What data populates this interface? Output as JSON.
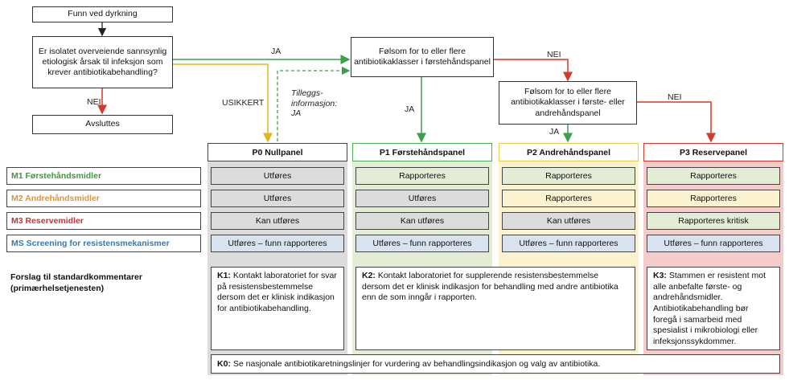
{
  "flow": {
    "start": "Funn ved dyrkning",
    "question1": "Er isolatet overveiende sannsynlig etiologisk årsak til infeksjon som krever antibiotikabehandling?",
    "end": "Avsluttes",
    "question2": "Følsom for to eller flere antibiotikaklasser i førstehåndspanel",
    "question3": "Følsom for to eller flere antibiotikaklasser i første- eller andrehåndspanel",
    "labels": {
      "ja_main": "JA",
      "nei_main": "NEI",
      "usikkert": "USIKKERT",
      "tilleggs": "Tilleggs-\ninformasjon:\nJA",
      "ja_p1": "JA",
      "nei_q2": "NEI",
      "ja_p2": "JA",
      "nei_p3": "NEI"
    }
  },
  "panels": [
    {
      "name": "P0 Nullpanel",
      "color": "#f2c84b",
      "bg": "#dcdcdc"
    },
    {
      "name": "P1 Førstehåndspanel",
      "color": "#4caf50",
      "bg": "#e3ecd5"
    },
    {
      "name": "P2 Andrehåndspanel",
      "color": "#f2c84b",
      "bg": "#fbf2cf"
    },
    {
      "name": "P3 Reservepanel",
      "color": "#d33a2c",
      "bg": "#f4cccc"
    }
  ],
  "rows": [
    {
      "label": "M1 Førstehåndsmidler",
      "color": "#3a9b3a",
      "cells": [
        "Utføres",
        "Rapporteres",
        "Rapporteres",
        "Rapporteres"
      ]
    },
    {
      "label": "M2 Andrehåndsmidler",
      "color": "#e3942a",
      "cells": [
        "Utføres",
        "Utføres",
        "Rapporteres",
        "Rapporteres"
      ]
    },
    {
      "label": "M3 Reservemidler",
      "color": "#d03030",
      "cells": [
        "Kan utføres",
        "Kan utføres",
        "Kan utføres",
        "Rapporteres kritisk"
      ]
    },
    {
      "label": "MS Screening for resistensmekanismer",
      "color": "#2e7cc0",
      "cells": [
        "Utføres – funn rapporteres",
        "Utføres – funn rapporteres",
        "Utføres – funn rapporteres",
        "Utføres – funn rapporteres"
      ]
    }
  ],
  "comments": {
    "label": "Forslag til standardkommentarer\n(primærhelsetjenesten)",
    "k1_code": "K1:",
    "k1_text": " Kontakt laboratoriet for svar på resistensbestemmelse dersom det er klinisk indikasjon for antibiotikabehandling.",
    "k2_code": "K2:",
    "k2_text": " Kontakt laboratoriet for supplerende resistensbestemmelse dersom det er klinisk indikasjon for behandling med andre antibiotika enn de som inngår i rapporten.",
    "k3_code": "K3:",
    "k3_text": " Stammen er resistent mot alle anbefalte første- og andrehåndsmidler. Antibiotikabehandling bør foregå i samarbeid med spesialist i mikrobiologi eller infeksjonssykdommer.",
    "k0_code": "K0:",
    "k0_text": " Se nasjonale antibiotikaretningslinjer for vurdering av behandlingsindikasjon og valg av antibiotika."
  }
}
